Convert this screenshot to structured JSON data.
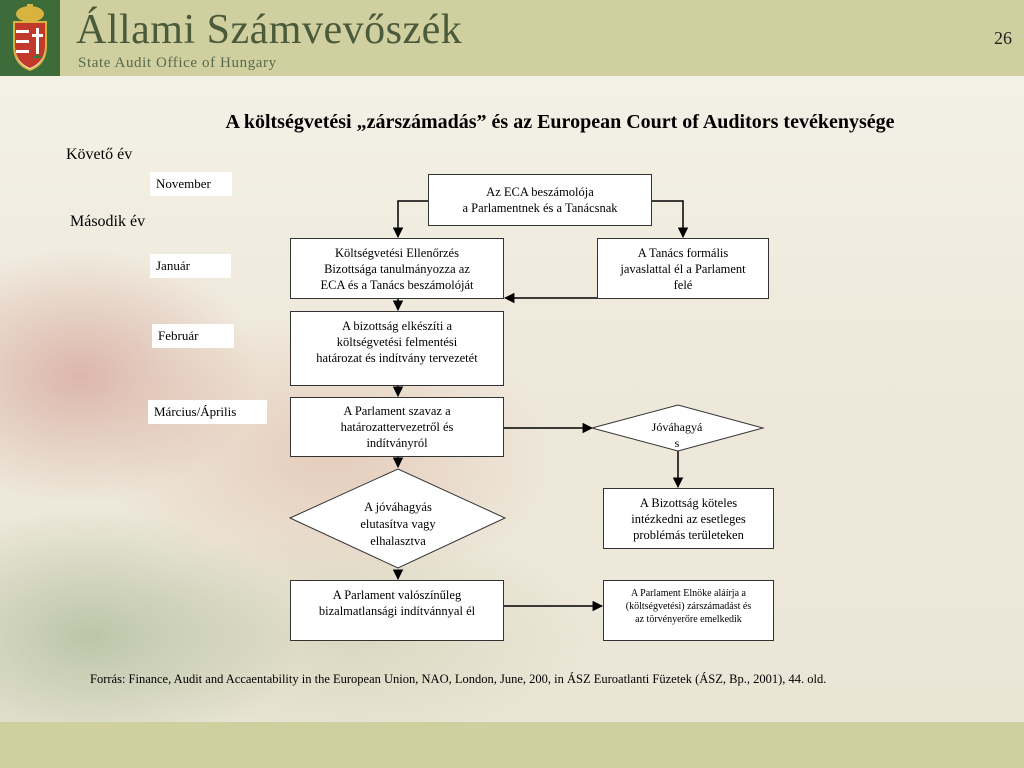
{
  "header": {
    "brand_title": "Állami Számvevőszék",
    "brand_subtitle": "State Audit Office of Hungary",
    "page_number": "26"
  },
  "slide": {
    "title": "A költségvetési „zárszámadás” és az European Court of Auditors tevékenysége",
    "periods": [
      "Követő év",
      "Második év"
    ],
    "months": [
      "November",
      "Január",
      "Február",
      "Március/Április"
    ],
    "boxes": {
      "eca_report": [
        "Az ECA beszámolója",
        "a Parlamentnek és a Tanácsnak"
      ],
      "budget_committee": [
        "Költségvetési Ellenőrzés",
        "Bizottsága tanulmányozza az",
        "ECA és a Tanács beszámolóját"
      ],
      "council": [
        "A Tanács formális",
        "javaslattal él a Parlament",
        "felé"
      ],
      "committee_draft": [
        "A bizottság elkészíti a",
        "költségvetési felmentési",
        "határozat és indítvány tervezetét"
      ],
      "parliament_vote": [
        "A Parlament szavaz a",
        "határozattervezetről és",
        "indítványról"
      ],
      "approval": [
        "Jóváhagyá",
        "s"
      ],
      "commission_obliged": [
        "A Bizottság köteles",
        "intézkedni az esetleges",
        "problémás területeken"
      ],
      "rejected": [
        "A jóváhagyás",
        "elutasítva vagy",
        "elhalasztva"
      ],
      "no_confidence": [
        "A Parlament valószínűleg",
        "bizalmatlansági indítvánnyal él"
      ],
      "president_signs": [
        "A Parlament Elnöke aláírja a",
        "(költségvetési) zárszámadást és",
        "az törvényerőre emelkedik"
      ]
    },
    "source": "Forrás: Finance, Audit and Accaentability in the European Union, NAO, London, June, 200, in  ÁSZ Euroatlanti Füzetek (ÁSZ, Bp., 2001), 44. old."
  },
  "colors": {
    "header_band": "#cfcfa0",
    "crest_background": "#3e6b3a",
    "brand_text": "#4a5a3a"
  }
}
